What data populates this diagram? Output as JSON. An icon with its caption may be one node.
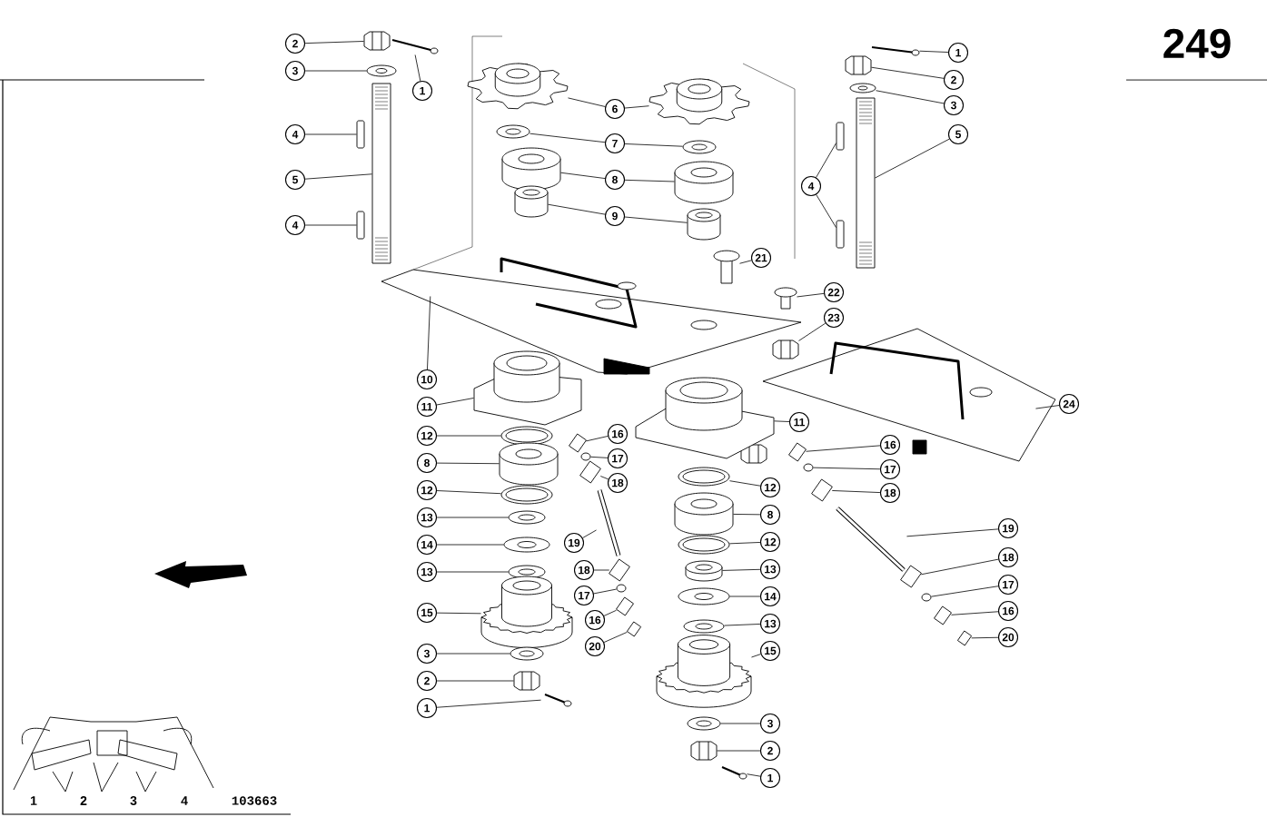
{
  "diagram": {
    "nodes": [
      {
        "text": [
          "2"
        ]
      },
      {
        "text": [
          "3"
        ]
      },
      {
        "text": [
          "1"
        ]
      },
      {
        "text": [
          "4"
        ]
      },
      {
        "text": [
          "5"
        ]
      },
      {
        "text": [
          "4"
        ]
      },
      {
        "text": [
          "6"
        ]
      },
      {
        "text": [
          "7"
        ]
      },
      {
        "text": [
          "8"
        ]
      },
      {
        "text": [
          "9"
        ]
      },
      {
        "text": [
          "1"
        ]
      },
      {
        "text": [
          "2"
        ]
      },
      {
        "text": [
          "3"
        ]
      },
      {
        "text": [
          "5"
        ]
      },
      {
        "text": [
          "4"
        ]
      },
      {
        "text": [
          "21"
        ]
      },
      {
        "text": [
          "22"
        ]
      },
      {
        "text": [
          "23"
        ]
      },
      {
        "text": [
          "10"
        ]
      },
      {
        "text": [
          "11"
        ]
      },
      {
        "text": [
          "12"
        ]
      },
      {
        "text": [
          "8"
        ]
      },
      {
        "text": [
          "12"
        ]
      },
      {
        "text": [
          "13"
        ]
      },
      {
        "text": [
          "14"
        ]
      },
      {
        "text": [
          "13"
        ]
      },
      {
        "text": [
          "15"
        ]
      },
      {
        "text": [
          "3"
        ]
      },
      {
        "text": [
          "2"
        ]
      },
      {
        "text": [
          "1"
        ]
      },
      {
        "text": [
          "16"
        ]
      },
      {
        "text": [
          "17"
        ]
      },
      {
        "text": [
          "18"
        ]
      },
      {
        "text": [
          "19"
        ]
      },
      {
        "text": [
          "18"
        ]
      },
      {
        "text": [
          "17"
        ]
      },
      {
        "text": [
          "16"
        ]
      },
      {
        "text": [
          "20"
        ]
      },
      {
        "text": [
          "11"
        ]
      },
      {
        "text": [
          "16"
        ]
      },
      {
        "text": [
          "17"
        ]
      },
      {
        "text": [
          "18"
        ]
      },
      {
        "text": [
          "12"
        ]
      },
      {
        "text": [
          "8"
        ]
      },
      {
        "text": [
          "12"
        ]
      },
      {
        "text": [
          "13"
        ]
      },
      {
        "text": [
          "14"
        ]
      },
      {
        "text": [
          "13"
        ]
      },
      {
        "text": [
          "15"
        ]
      },
      {
        "text": [
          "3"
        ]
      },
      {
        "text": [
          "2"
        ]
      },
      {
        "text": [
          "1"
        ]
      },
      {
        "text": [
          "24"
        ]
      },
      {
        "text": [
          "19"
        ]
      },
      {
        "text": [
          "18"
        ]
      },
      {
        "text": [
          "17"
        ]
      },
      {
        "text": [
          "16"
        ]
      },
      {
        "text": [
          "20"
        ]
      },
      {
        "text": [],
        "shape": "picture"
      },
      {
        "text": [],
        "shape": "picture"
      },
      {
        "text": [],
        "shape": "picture"
      },
      {
        "text": [],
        "shape": "bar"
      },
      {
        "text": [],
        "shape": "picture"
      },
      {
        "text": [],
        "shape": "bar"
      },
      {
        "text": [],
        "shape": "picture"
      },
      {
        "text": [],
        "shape": "picture"
      },
      {
        "text": [],
        "shape": "picture"
      },
      {
        "text": [],
        "shape": "picture"
      },
      {
        "text": [],
        "shape": "cylinder"
      },
      {
        "text": [],
        "shape": "cylinder"
      },
      {
        "text": [],
        "shape": "cylinder"
      },
      {
        "text": [],
        "shape": "cylinder"
      },
      {
        "text": [],
        "shape": "picture"
      },
      {
        "text": [],
        "shape": "picture"
      },
      {
        "text": [],
        "shape": "picture"
      },
      {
        "text": [],
        "shape": "picture"
      },
      {
        "text": [],
        "shape": "bar"
      },
      {
        "text": [],
        "shape": "bar"
      },
      {
        "text": [],
        "shape": "picture"
      },
      {
        "text": [],
        "shape": "picture"
      },
      {
        "text": [],
        "shape": "picture"
      },
      {
        "text": [],
        "shape": "picture"
      },
      {
        "text": [],
        "shape": "picture"
      },
      {
        "text": [],
        "shape": "picture"
      },
      {
        "text": [],
        "shape": "cylinder"
      },
      {
        "text": [],
        "shape": "picture"
      },
      {
        "text": [],
        "shape": "picture"
      },
      {
        "text": [],
        "shape": "picture"
      },
      {
        "text": [],
        "shape": "picture"
      },
      {
        "text": [],
        "shape": "picture"
      },
      {
        "text": [],
        "shape": "picture"
      },
      {
        "text": [],
        "shape": "picture"
      },
      {
        "text": [],
        "shape": "picture"
      },
      {
        "text": [],
        "shape": "picture"
      },
      {
        "text": [],
        "shape": "circle"
      },
      {
        "text": [],
        "shape": "picture"
      },
      {
        "text": [],
        "shape": "picture"
      },
      {
        "text": [],
        "shape": "picture"
      },
      {
        "text": [],
        "shape": "circle"
      },
      {
        "text": [],
        "shape": "picture"
      },
      {
        "text": [],
        "shape": "picture"
      },
      {
        "text": [],
        "shape": "picture"
      },
      {
        "text": [],
        "shape": "picture"
      },
      {
        "text": [],
        "shape": "circle"
      },
      {
        "text": [],
        "shape": "picture"
      },
      {
        "text": [],
        "shape": "picture"
      },
      {
        "text": [],
        "shape": "cylinder"
      },
      {
        "text": [],
        "shape": "picture"
      },
      {
        "text": [],
        "shape": "cylinder"
      },
      {
        "text": [],
        "shape": "picture"
      },
      {
        "text": [],
        "shape": "picture"
      },
      {
        "text": [],
        "shape": "picture"
      },
      {
        "text": [],
        "shape": "picture"
      },
      {
        "text": [],
        "shape": "picture"
      },
      {
        "text": [],
        "shape": "picture"
      },
      {
        "text": [],
        "shape": "picture"
      },
      {
        "text": [],
        "shape": "picture"
      },
      {
        "text": [],
        "shape": "picture"
      },
      {
        "text": [],
        "shape": "circle"
      },
      {
        "text": [],
        "shape": "picture"
      },
      {
        "text": [],
        "shape": "picture"
      }
    ],
    "edges": [
      {
        "from": 0,
        "to": 58,
        "arrow": "none"
      },
      {
        "from": 1,
        "to": 59,
        "arrow": "none"
      },
      {
        "from": 2,
        "to": 60,
        "arrow": "none"
      },
      {
        "from": 3,
        "to": 61,
        "arrow": "none"
      },
      {
        "from": 4,
        "to": 62,
        "arrow": "none"
      },
      {
        "from": 5,
        "to": 63,
        "arrow": "none"
      },
      {
        "from": 6,
        "to": 64,
        "arrow": "none"
      },
      {
        "from": 6,
        "to": 65,
        "arrow": "none"
      },
      {
        "from": 7,
        "to": 66,
        "arrow": "none"
      },
      {
        "from": 7,
        "to": 67,
        "arrow": "none"
      },
      {
        "from": 8,
        "to": 68,
        "arrow": "none"
      },
      {
        "from": 8,
        "to": 69,
        "arrow": "none"
      },
      {
        "from": 9,
        "to": 70,
        "arrow": "none"
      },
      {
        "from": 9,
        "to": 71,
        "arrow": "none"
      },
      {
        "from": 10,
        "to": 72,
        "arrow": "none"
      },
      {
        "from": 11,
        "to": 73,
        "arrow": "none"
      },
      {
        "from": 12,
        "to": 74,
        "arrow": "none"
      },
      {
        "from": 13,
        "to": 75,
        "arrow": "none"
      },
      {
        "from": 14,
        "to": 76,
        "arrow": "none"
      },
      {
        "from": 14,
        "to": 77,
        "arrow": "none"
      },
      {
        "from": 15,
        "to": 78,
        "arrow": "none"
      },
      {
        "from": 16,
        "to": 79,
        "arrow": "none"
      },
      {
        "from": 17,
        "to": 80,
        "arrow": "none"
      },
      {
        "from": 18,
        "to": 81,
        "arrow": "none"
      },
      {
        "from": 19,
        "to": 82,
        "arrow": "none"
      },
      {
        "from": 20,
        "to": 83,
        "arrow": "none"
      },
      {
        "from": 21,
        "to": 84,
        "arrow": "none"
      },
      {
        "from": 22,
        "to": 85,
        "arrow": "none"
      },
      {
        "from": 23,
        "to": 86,
        "arrow": "none"
      },
      {
        "from": 24,
        "to": 87,
        "arrow": "none"
      },
      {
        "from": 25,
        "to": 88,
        "arrow": "none"
      },
      {
        "from": 26,
        "to": 89,
        "arrow": "none"
      },
      {
        "from": 27,
        "to": 90,
        "arrow": "none"
      },
      {
        "from": 28,
        "to": 91,
        "arrow": "none"
      },
      {
        "from": 29,
        "to": 92,
        "arrow": "none"
      },
      {
        "from": 30,
        "to": 93,
        "arrow": "none"
      },
      {
        "from": 31,
        "to": 94,
        "arrow": "none"
      },
      {
        "from": 32,
        "to": 95,
        "arrow": "none"
      },
      {
        "from": 33,
        "to": 96,
        "arrow": "none"
      },
      {
        "from": 34,
        "to": 97,
        "arrow": "none"
      },
      {
        "from": 35,
        "to": 98,
        "arrow": "none"
      },
      {
        "from": 36,
        "to": 99,
        "arrow": "none"
      },
      {
        "from": 37,
        "to": 100,
        "arrow": "none"
      },
      {
        "from": 38,
        "to": 101,
        "arrow": "none"
      },
      {
        "from": 39,
        "to": 102,
        "arrow": "none"
      },
      {
        "from": 40,
        "to": 103,
        "arrow": "none"
      },
      {
        "from": 41,
        "to": 104,
        "arrow": "none"
      },
      {
        "from": 42,
        "to": 105,
        "arrow": "none"
      },
      {
        "from": 43,
        "to": 106,
        "arrow": "none"
      },
      {
        "from": 44,
        "to": 107,
        "arrow": "none"
      },
      {
        "from": 45,
        "to": 108,
        "arrow": "none"
      },
      {
        "from": 46,
        "to": 109,
        "arrow": "none"
      },
      {
        "from": 47,
        "to": 110,
        "arrow": "none"
      },
      {
        "from": 48,
        "to": 111,
        "arrow": "none"
      },
      {
        "from": 49,
        "to": 112,
        "arrow": "none"
      },
      {
        "from": 50,
        "to": 113,
        "arrow": "none"
      },
      {
        "from": 51,
        "to": 114,
        "arrow": "none"
      },
      {
        "from": 52,
        "to": 115,
        "arrow": "none"
      },
      {
        "from": 53,
        "to": 116,
        "arrow": "none"
      },
      {
        "from": 54,
        "to": 117,
        "arrow": "none"
      },
      {
        "from": 55,
        "to": 118,
        "arrow": "none"
      },
      {
        "from": 56,
        "to": 119,
        "arrow": "none"
      },
      {
        "from": 57,
        "to": 120,
        "arrow": "none"
      }
    ],
    "labels": [
      "249",
      "1",
      "2",
      "3",
      "4",
      "103663"
    ]
  }
}
